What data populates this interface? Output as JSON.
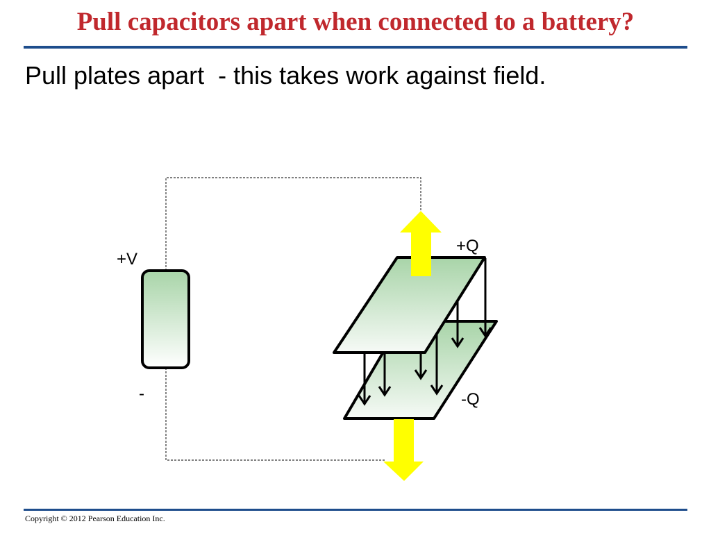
{
  "slide": {
    "title": "Pull capacitors apart when connected to a battery?",
    "subtitle": "Pull plates apart  - this takes work against field.",
    "footer": "Copyright © 2012 Pearson Education Inc."
  },
  "diagram": {
    "battery_positive_label": "+V",
    "battery_negative_label": "-",
    "top_plate_label": "+Q",
    "bottom_plate_label": "-Q",
    "colors": {
      "title": "#c0282d",
      "rule": "#1e4d8c",
      "plate_fill_top": "#a8d4a8",
      "arrow_fill": "#ffff00"
    },
    "icons": [
      "battery-icon",
      "capacitor-top-plate",
      "capacitor-bottom-plate",
      "pull-up-arrow",
      "pull-down-arrow",
      "field-arrow"
    ]
  }
}
